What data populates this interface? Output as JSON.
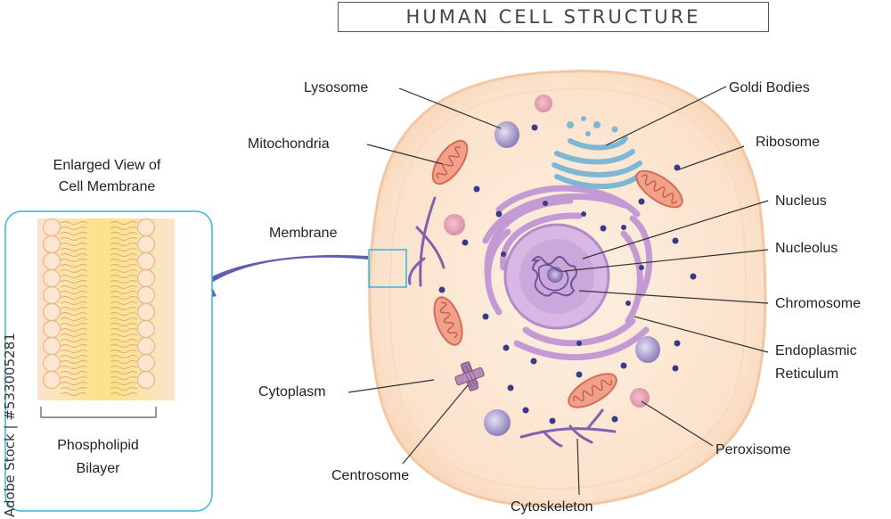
{
  "title": "HUMAN CELL STRUCTURE",
  "inset": {
    "heading": "Enlarged View of Cell Membrane",
    "heading_line1": "Enlarged View of",
    "heading_line2": "Cell Membrane",
    "caption_line1": "Phospholipid",
    "caption_line2": "Bilayer"
  },
  "labels": {
    "lysosome": "Lysosome",
    "mitochondria": "Mitochondria",
    "membrane": "Membrane",
    "cytoplasm": "Cytoplasm",
    "centrosome": "Centrosome",
    "cytoskeleton": "Cytoskeleton",
    "goldi_bodies": "Goldi Bodies",
    "ribosome": "Ribosome",
    "nucleus": "Nucleus",
    "nucleolus": "Nucleolus",
    "chromosome": "Chromosome",
    "er_line1": "Endoplasmic",
    "er_line2": "Reticulum",
    "peroxisome": "Peroxisome"
  },
  "watermark": "Adobe Stock | #533005281",
  "colors": {
    "cell_outer": "#fbe3cc",
    "cell_inner": "#fdebd9",
    "organelle_purple": "#b98bc7",
    "mitochondria": "#e58a74",
    "golgi": "#7fb7d2",
    "ribosome": "#3b3a8a",
    "arrow": "#5d5fb0",
    "inset_border": "#35b6e0"
  }
}
